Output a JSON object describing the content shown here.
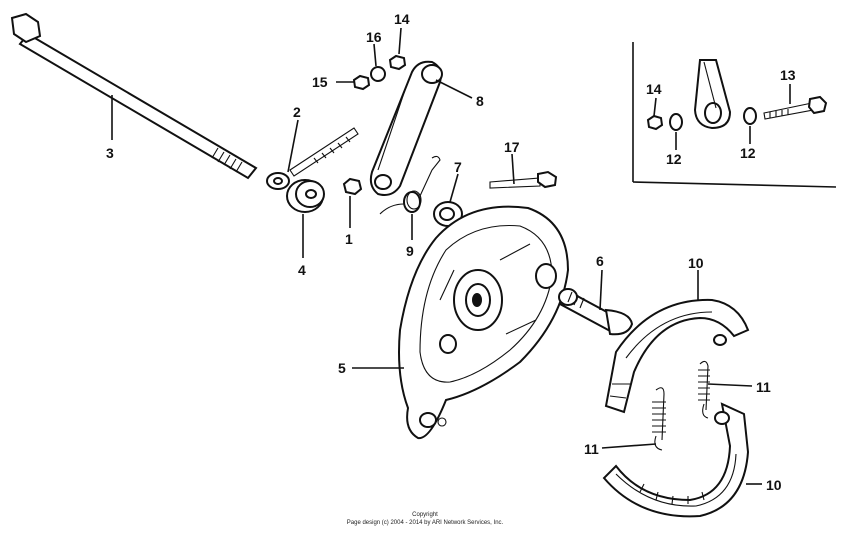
{
  "callouts": {
    "c1": "1",
    "c2": "2",
    "c3": "3",
    "c4": "4",
    "c5": "5",
    "c6": "6",
    "c7": "7",
    "c8": "8",
    "c9": "9",
    "c10a": "10",
    "c10b": "10",
    "c11a": "11",
    "c11b": "11",
    "c12a": "12",
    "c12b": "12",
    "c13": "13",
    "c14a": "14",
    "c14b": "14",
    "c15": "15",
    "c16": "16",
    "c17": "17"
  },
  "copyright": {
    "line1": "Copyright",
    "line2": "Page design (c) 2004 - 2014 by ARI Network Services, Inc."
  }
}
